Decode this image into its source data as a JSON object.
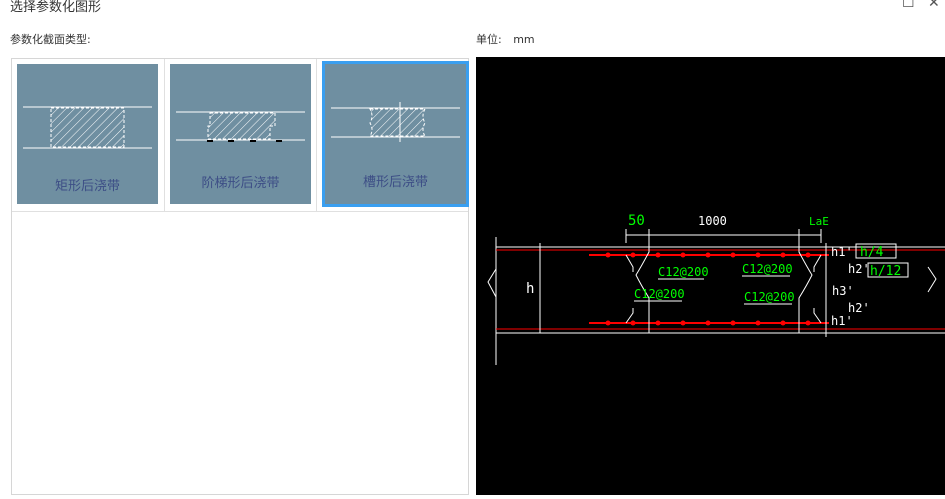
{
  "window": {
    "title": "选择参数化图形",
    "maximize_icon": "maximize-icon",
    "close_icon": "close-icon"
  },
  "section_label": "参数化截面类型:",
  "unit": {
    "label": "单位:",
    "value": "mm"
  },
  "shapes": [
    {
      "name": "矩形后浇带",
      "selected": false
    },
    {
      "name": "阶梯形后浇带",
      "selected": false
    },
    {
      "name": "槽形后浇带",
      "selected": true
    }
  ],
  "preview": {
    "dim_50": "50",
    "dim_1000": "1000",
    "dim_lae": "LaE",
    "h": "h",
    "h1_top": "h1'",
    "h2_top": "h2'",
    "h3": "h3'",
    "h2_bot": "h2'",
    "h1_bot": "h1'",
    "box_h4": "h/4",
    "box_h12": "h/12",
    "rebar_tl": "C12@200",
    "rebar_tr": "C12@200",
    "rebar_bl": "C12@200",
    "rebar_br": "C12@200"
  },
  "colors": {
    "accent": "#3a9ff0",
    "card_bg": "#6f8fa1",
    "card_text": "#3d4e86",
    "rebar_red": "#ff0000",
    "dim_green": "#00ff00"
  }
}
